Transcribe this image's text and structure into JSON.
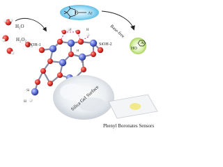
{
  "labels": {
    "water": "H₂O",
    "hydrogen_peroxide": "H₂O₂",
    "base_free": "Base-free",
    "siloh_1": "SiOH-1",
    "siloh_2": "SiOH-2",
    "silica_surface": "Silica Gel Surface",
    "sensors": "Phenyl Boronates Sensors",
    "boron": "B",
    "ar_boronate": "Ar",
    "ar_phenol": "Ar",
    "ho": "HO",
    "atom_o1": "O",
    "atom_o2": "O",
    "atom_h1": "H",
    "atom_h2": "H",
    "atom_si1": "Si",
    "atom_si2": "Si",
    "atom_h3": "H",
    "atom_h4": "H"
  },
  "colors": {
    "oxygen": "#e0322c",
    "silicon": "#5b6fd6",
    "hydrogen": "#ffffff",
    "bond_dash": "#d03a8c",
    "boronate_bg": "#7fd0f0",
    "phenol_bg": "#b5e06a",
    "sensor_spot": "#f2ea8a"
  },
  "icons": {
    "arrow": "curved-arrow-icon",
    "water": "water-molecule-icon",
    "boronate": "pinacol-boronate-icon",
    "phenol": "phenol-icon",
    "powder": "silica-powder-icon",
    "sensor": "sensor-film-icon"
  }
}
